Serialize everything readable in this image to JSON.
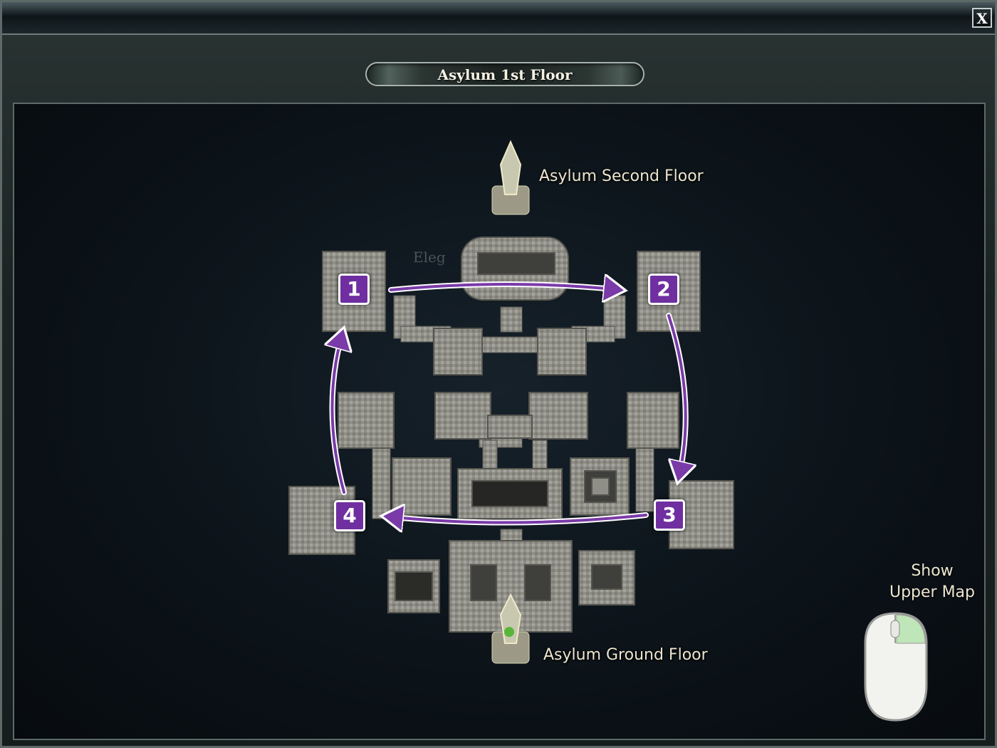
{
  "window": {
    "close_label": "X",
    "map_title": "Asylum 1st Floor"
  },
  "map": {
    "upper_exit_label": "Asylum Second Floor",
    "lower_exit_label": "Asylum Ground Floor",
    "faint_label": "Eleg",
    "markers": [
      "1",
      "2",
      "3",
      "4"
    ]
  },
  "controls": {
    "show_upper_map_line1": "Show",
    "show_upper_map_line2": "Upper Map"
  },
  "colors": {
    "route_arrow": "#7a3aa8",
    "marker_fill": "#6f2fa0",
    "room_stone": "#9a9a94"
  },
  "icons": {
    "portal": "crystal-portal-icon",
    "mouse": "mouse-icon"
  }
}
